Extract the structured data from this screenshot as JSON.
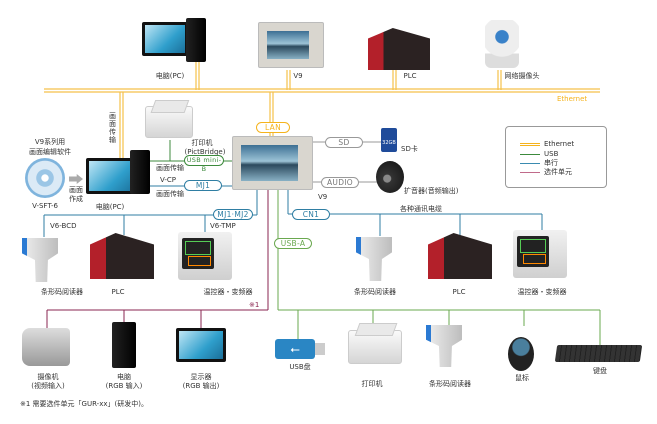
{
  "top_devices": {
    "pc": "电脑(PC)",
    "v9": "V9",
    "plc": "PLC",
    "webcam": "网络摄像头"
  },
  "ethernet_label": "Ethernet",
  "vertical_transfer": "画面传输",
  "lan": "LAN",
  "software": {
    "line1": "V9系列用",
    "line2": "画面编辑软件",
    "name": "V-SFT-6",
    "create1": "画面",
    "create2": "作成"
  },
  "pc_label": "电脑(PC)",
  "printer_pictbridge": {
    "line1": "打印机",
    "line2": "(PictBridge)"
  },
  "usb_mini_b": "USB mini-B",
  "usb_transfer": "画面传输",
  "vcp": "V-CP",
  "mj1": "MJ1",
  "mj1_transfer": "画面传输",
  "v9_label": "V9",
  "sd": "SD",
  "sd_card": "SD卡",
  "sd_card_size": "32GB",
  "audio": "AUDIO",
  "speaker": "扩音器(音频输出)",
  "legend": [
    {
      "label": "Ethernet",
      "color": "#f5b31d"
    },
    {
      "label": "USB",
      "color": "#3c8a3c"
    },
    {
      "label": "串行",
      "color": "#3a8bb0"
    },
    {
      "label": "选件单元",
      "color": "#c06a8a"
    }
  ],
  "mj1_mj2": "MJ1·MJ2",
  "v6_bcd": "V6-BCD",
  "v6_tmp": "V6-TMP",
  "cn1": "CN1",
  "cables": "各种通讯电缆",
  "usb_a": "USB-A",
  "left_row": [
    "条形码阅读器",
    "PLC",
    "温控器・变频器"
  ],
  "right_row": [
    "条形码阅读器",
    "PLC",
    "温控器・变频器"
  ],
  "note_mark": "※1",
  "option_devices": [
    {
      "l1": "摄像机",
      "l2": "(视频输入)"
    },
    {
      "l1": "电脑",
      "l2": "(RGB 输入)"
    },
    {
      "l1": "显示器",
      "l2": "(RGB 输出)"
    }
  ],
  "usb_devices": [
    "USB盘",
    "打印机",
    "条形码阅读器",
    "鼠标",
    "键盘"
  ],
  "footnote": "※1 需要选件单元「GUR-xx」(研发中)。",
  "colors": {
    "ethernet": "#f5b31d",
    "usb": "#6aa84f",
    "serial": "#2f7ea3",
    "option": "#8a2550"
  }
}
